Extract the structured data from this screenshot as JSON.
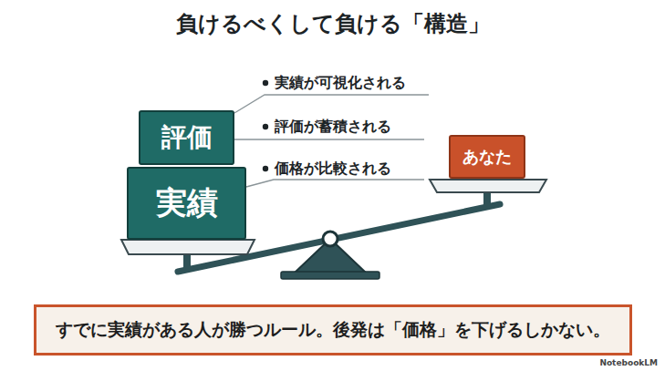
{
  "diagram": {
    "title": "負けるべくして負ける「構造」",
    "nodes": [
      {
        "text": [
          "評価"
        ]
      },
      {
        "text": [
          "実績"
        ]
      },
      {
        "text": [
          "あなた"
        ]
      },
      {
        "text": [
          "すでに実績がある人が勝つルール。後発は「価格」を下げるしかない。"
        ]
      }
    ],
    "labels": [
      "実績が可視化される",
      "評価が蓄積される",
      "価格が比較される",
      "NotebookLM"
    ]
  }
}
